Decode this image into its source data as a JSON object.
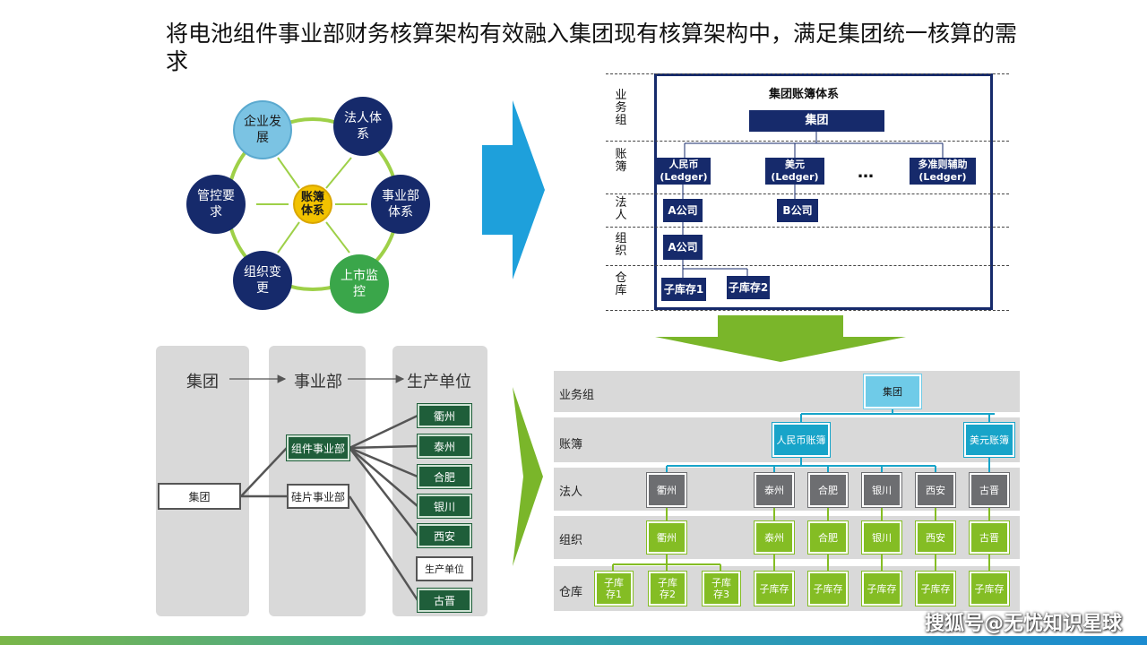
{
  "title": "将电池组件事业部财务核算架构有效融入集团现有核算架构中，满足集团统一核算的需求",
  "circle_diagram": {
    "center": "账簿体系",
    "nodes": [
      {
        "label": "企业发展",
        "color": "#7bc3e3"
      },
      {
        "label": "法人体系",
        "color": "#162a6b"
      },
      {
        "label": "事业部体系",
        "color": "#162a6b"
      },
      {
        "label": "上市监控",
        "color": "#3aa64a"
      },
      {
        "label": "组织变更",
        "color": "#162a6b"
      },
      {
        "label": "管控要求",
        "color": "#162a6b"
      }
    ]
  },
  "ledger_system": {
    "title": "集团账簿体系",
    "row_labels": [
      "业务组",
      "账簿",
      "法人",
      "组织",
      "仓库"
    ],
    "group": "集团",
    "ledgers": [
      "人民币\n(Ledger)",
      "美元\n(Ledger)",
      "多准则辅助\n(Ledger)"
    ],
    "ellipsis": "…",
    "legal": [
      "A公司",
      "B公司"
    ],
    "org": "A公司",
    "warehouses": [
      "子库存1",
      "子库存2"
    ]
  },
  "org_chart": {
    "headers": [
      "集团",
      "事业部",
      "生产单位"
    ],
    "group": "集团",
    "divisions": [
      "组件事业部",
      "硅片事业部"
    ],
    "units": [
      "衢州",
      "泰州",
      "合肥",
      "银川",
      "西安",
      "生产单位",
      "古晋"
    ]
  },
  "structure": {
    "row_labels": [
      "业务组",
      "账簿",
      "法人",
      "组织",
      "仓库"
    ],
    "group": "集团",
    "ledgers": [
      "人民币账簿",
      "美元账簿"
    ],
    "legal": [
      "衢州",
      "泰州",
      "合肥",
      "银川",
      "西安",
      "古晋"
    ],
    "orgs": [
      "衢州",
      "泰州",
      "合肥",
      "银川",
      "西安",
      "古晋"
    ],
    "warehouses": [
      "子库存1",
      "子库存2",
      "子库存3",
      "子库存",
      "子库存",
      "子库存",
      "子库存",
      "子库存"
    ]
  },
  "watermark": "搜狐号@无忧知识星球",
  "colors": {
    "navy": "#162a6b",
    "cyan_arrow": "#1ea0db",
    "green_arrow": "#7ab62a",
    "green_box": "#84bd24"
  }
}
